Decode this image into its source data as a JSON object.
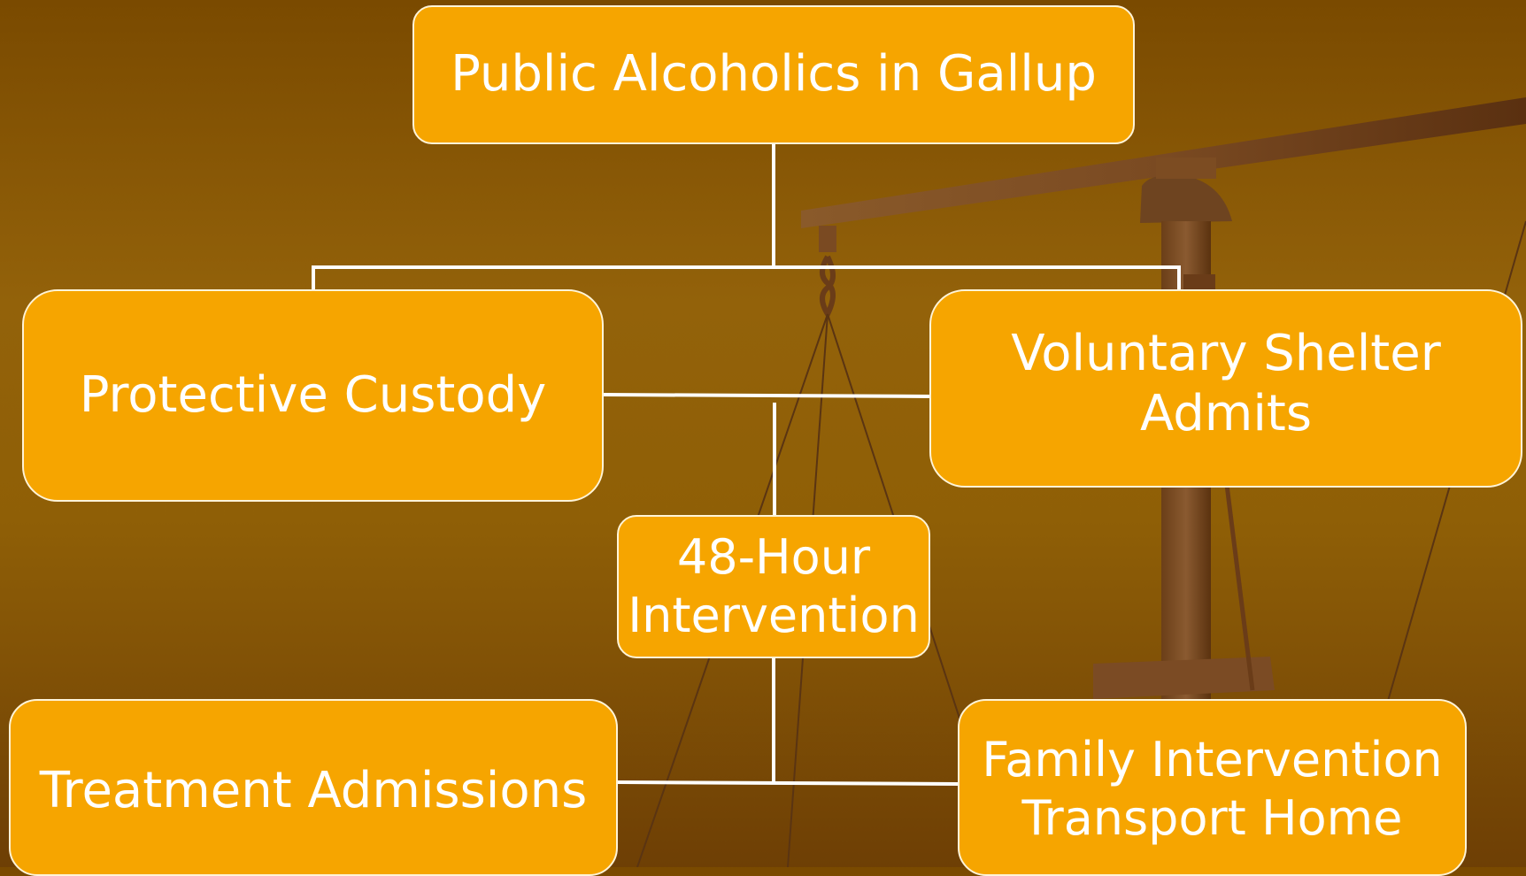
{
  "diagram": {
    "root": "Public Alcoholics in Gallup",
    "left_branch": "Protective Custody",
    "right_branch": "Voluntary Shelter Admits",
    "middle": "48-Hour\nIntervention",
    "bottom_left": "Treatment Admissions",
    "bottom_right": "Family Intervention\nTransport Home"
  },
  "colors": {
    "box_fill": "#f6a500",
    "box_border": "#fff4d8",
    "text": "#ffffff",
    "connector": "#ffffff",
    "background": "#8a5a05"
  },
  "decoration": {
    "background_image": "scales-of-justice"
  }
}
